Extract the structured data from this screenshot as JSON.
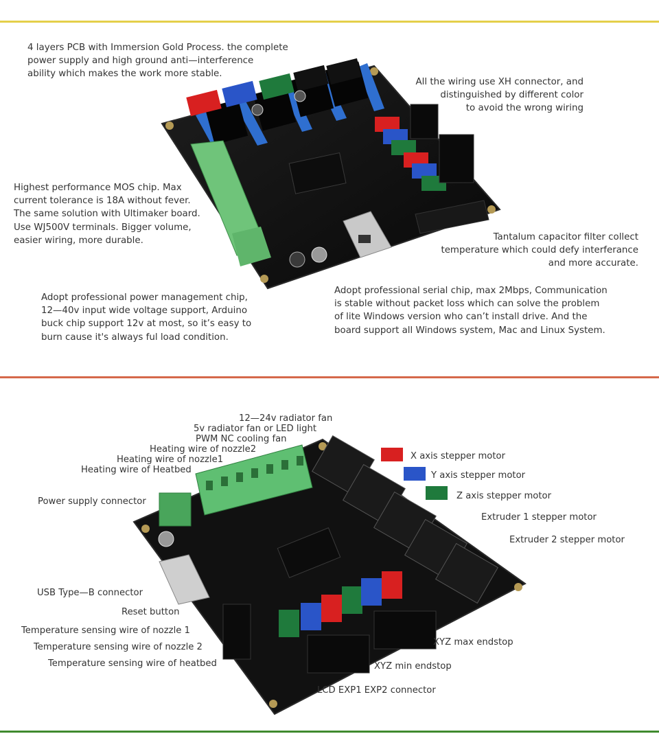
{
  "colors": {
    "top_rule": "#e4cf4a",
    "middle_rule": "#d5684a",
    "bottom_rule": "#3f8a2e",
    "board": "#121212"
  },
  "section1": {
    "note_pcb": "4 layers PCB with Immersion Gold Process. the complete\npower supply and high ground anti—interference\nability which makes the work more stable.",
    "note_wiring": "All the wiring use XH connector, and\ndistinguished by different color\nto avoid the wrong wiring",
    "note_mos": "Highest performance MOS chip. Max\ncurrent tolerance is 18A without fever.\nThe same solution with Ultimaker board.\nUse WJ500V terminals. Bigger volume,\neasier wiring, more durable.",
    "note_tantalum": "Tantalum capacitor filter collect\ntemperature which could defy interferance\nand more accurate.",
    "note_power": "Adopt professional power management chip,\n12—40v input wide voltage support, Arduino\nbuck chip support 12v at most, so it’s easy to\nburn cause it's always ful load condition.",
    "note_serial": "Adopt professional serial chip, max 2Mbps, Communication\nis stable without packet loss which can solve the problem\nof lite Windows version who can’t install drive. And the\nboard support all Windows system, Mac and Linux System."
  },
  "section2": {
    "labels": {
      "radiator_fan": "12—24v radiator fan",
      "led_fan": "5v radiator fan or LED light",
      "pwm_fan": "PWM NC cooling fan",
      "nozzle2_heat": "Heating wire of nozzle2",
      "nozzle1_heat": "Heating wire of nozzle1",
      "heatbed_heat": "Heating wire of Heatbed",
      "power_conn": "Power supply connector",
      "x_motor": "X axis stepper motor",
      "y_motor": "Y axis stepper motor",
      "z_motor": "Z axis stepper motor",
      "e1_motor": "Extruder 1 stepper motor",
      "e2_motor": "Extruder 2 stepper motor",
      "usb": "USB Type—B connector",
      "reset": "Reset button",
      "temp_n1": "Temperature sensing wire of nozzle 1",
      "temp_n2": "Temperature sensing wire of nozzle 2",
      "temp_bed": "Temperature sensing wire of heatbed",
      "max_endstop": "XYZ max endstop",
      "min_endstop": "XYZ min endstop",
      "lcd": "LCD EXP1 EXP2 connector"
    }
  }
}
